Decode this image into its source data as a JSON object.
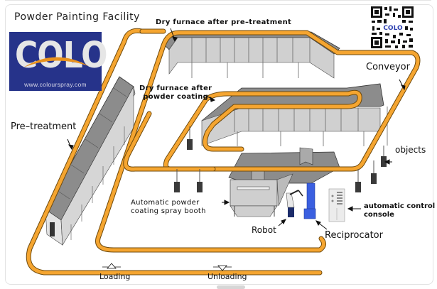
{
  "title": "Powder Painting Facility",
  "logo": {
    "brand": "COLO",
    "url": "www.colourspray.com"
  },
  "qr_code": {
    "icon": "qr-code-icon",
    "center_label": "COLO"
  },
  "labels": {
    "dry_furnace_pretreatment": "Dry furnace after pre–treatment",
    "dry_furnace_powder_line1": "Dry furnace after",
    "dry_furnace_powder_line2": "powder coating",
    "conveyor": "Conveyor",
    "pre_treatment": "Pre–treatment",
    "objects": "objects",
    "spray_booth_line1": "Automatic powder",
    "spray_booth_line2": "coating spray booth",
    "control_console_line1": "automatic control",
    "control_console_line2": "console",
    "robot": "Robot",
    "reciprocator": "Reciprocator",
    "loading": "Loading",
    "unloading": "Unloading"
  },
  "colors": {
    "conveyor": "#f5a530",
    "conveyor_edge": "#8a5a10",
    "furnace_top": "#8c8c8c",
    "furnace_side": "#cfcfcf",
    "logo_bg": "#26338a",
    "logo_arc": "#e8921e",
    "reciprocator": "#3a5fe0",
    "objects": "#3a3a3a"
  }
}
